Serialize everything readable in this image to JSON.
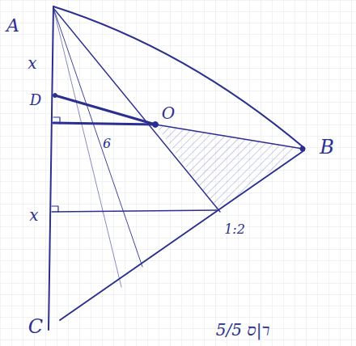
{
  "diagram": {
    "labels": [
      "A",
      "x",
      "D",
      "6",
      "O",
      "B",
      "x",
      "1:2",
      "C",
      "5/5 ר|ס"
    ]
  }
}
